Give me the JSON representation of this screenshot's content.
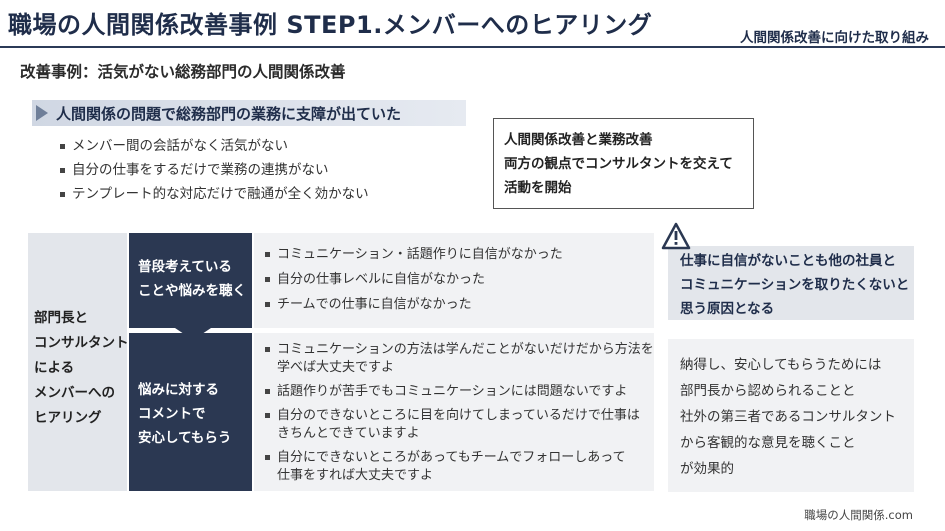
{
  "header": {
    "title": "職場の人間関係改善事例 STEP1.メンバーへのヒアリング",
    "tag": "人間関係改善に向けた取り組み"
  },
  "case_title": "改善事例：活気がない総務部門の人間関係改善",
  "problem": {
    "banner": "人間関係の問題で総務部門の業務に支障が出ていた",
    "items": [
      "メンバー間の会話がなく活気がない",
      "自分の仕事をするだけで業務の連携がない",
      "テンプレート的な対応だけで融通が全く効かない"
    ]
  },
  "callout": {
    "lines": [
      "人間関係改善と業務改善",
      "両方の観点でコンサルタントを交えて",
      "活動を開始"
    ]
  },
  "left_label": {
    "lines": [
      "部門長と",
      "コンサルタント",
      "による",
      "メンバーへの",
      "ヒアリング"
    ]
  },
  "step1": {
    "label_lines": [
      "普段考えている",
      "ことや悩みを聴く"
    ],
    "items": [
      "コミュニケーション・話題作りに自信がなかった",
      "自分の仕事レベルに自信がなかった",
      "チームでの仕事に自信がなかった"
    ]
  },
  "step2": {
    "label_lines": [
      "悩みに対する",
      "コメントで",
      "安心してもらう"
    ],
    "items": [
      [
        "コミュニケーションの方法は学んだことがないだけだから方法を",
        "学べば大丈夫ですよ"
      ],
      [
        "話題作りが苦手でもコミュニケーションには問題ないですよ"
      ],
      [
        "自分のできないところに目を向けてしまっているだけで仕事は",
        "きちんとできていますよ"
      ],
      [
        "自分にできないところがあってもチームでフォローしあって",
        "仕事をすれば大丈夫ですよ"
      ]
    ]
  },
  "warning": {
    "icon": "warning-icon",
    "lines": [
      "仕事に自信がないことも他の社員と",
      "コミュニケーションを取りたくないと",
      "思う原因となる"
    ]
  },
  "advice": {
    "lines": [
      "納得し、安心してもらうためには",
      "部門長から認められることと",
      "社外の第三者であるコンサルタント",
      "から客観的な意見を聴くこと",
      "が効果的"
    ]
  },
  "footer": "職場の人間関係.com",
  "colors": {
    "navy": "#2b3852",
    "light_gray": "#e3e6eb",
    "pale_gray": "#f1f2f4"
  }
}
